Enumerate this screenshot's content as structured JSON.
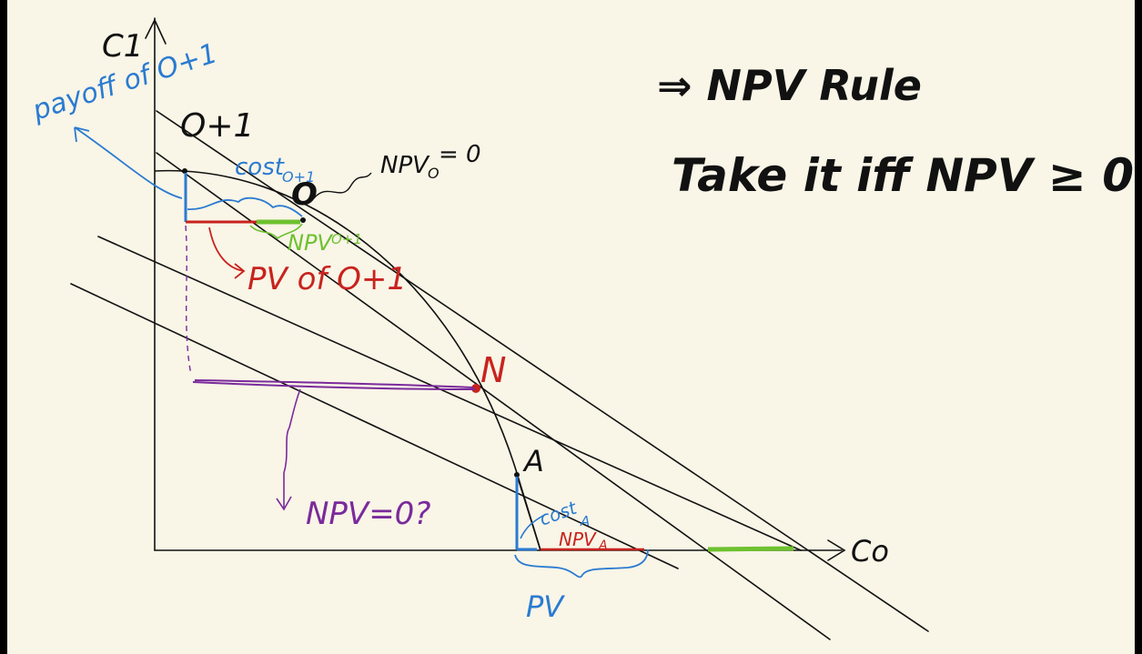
{
  "axes": {
    "y_label": "C1",
    "x_label": "Co"
  },
  "points": {
    "o_plus_1": "O+1",
    "o": "O",
    "n": "N",
    "a": "A"
  },
  "annotations": {
    "payoff": "payoff of O+1",
    "cost_o1": "cost",
    "cost_o1_sub": "O+1",
    "npv_o": "NPV",
    "npv_o_sub": "O",
    "npv_o_eq": "= 0",
    "npv_o1": "NPV",
    "npv_o1_sub": "O+1",
    "pv_of": "PV of O+1",
    "npv_q": "NPV=0?",
    "cost_a": "cost",
    "cost_a_sub": "A",
    "npv_a": "NPV",
    "npv_a_sub": "A",
    "pv": "PV"
  },
  "notes": {
    "line1": "⇒ NPV Rule",
    "line2": "Take it iff NPV ≥ 0"
  },
  "colors": {
    "ink": "#111111",
    "blue": "#2a7bd1",
    "red": "#c8231e",
    "green": "#6ec12f",
    "purple": "#7a2a9c",
    "paper": "#f9f5e7"
  }
}
